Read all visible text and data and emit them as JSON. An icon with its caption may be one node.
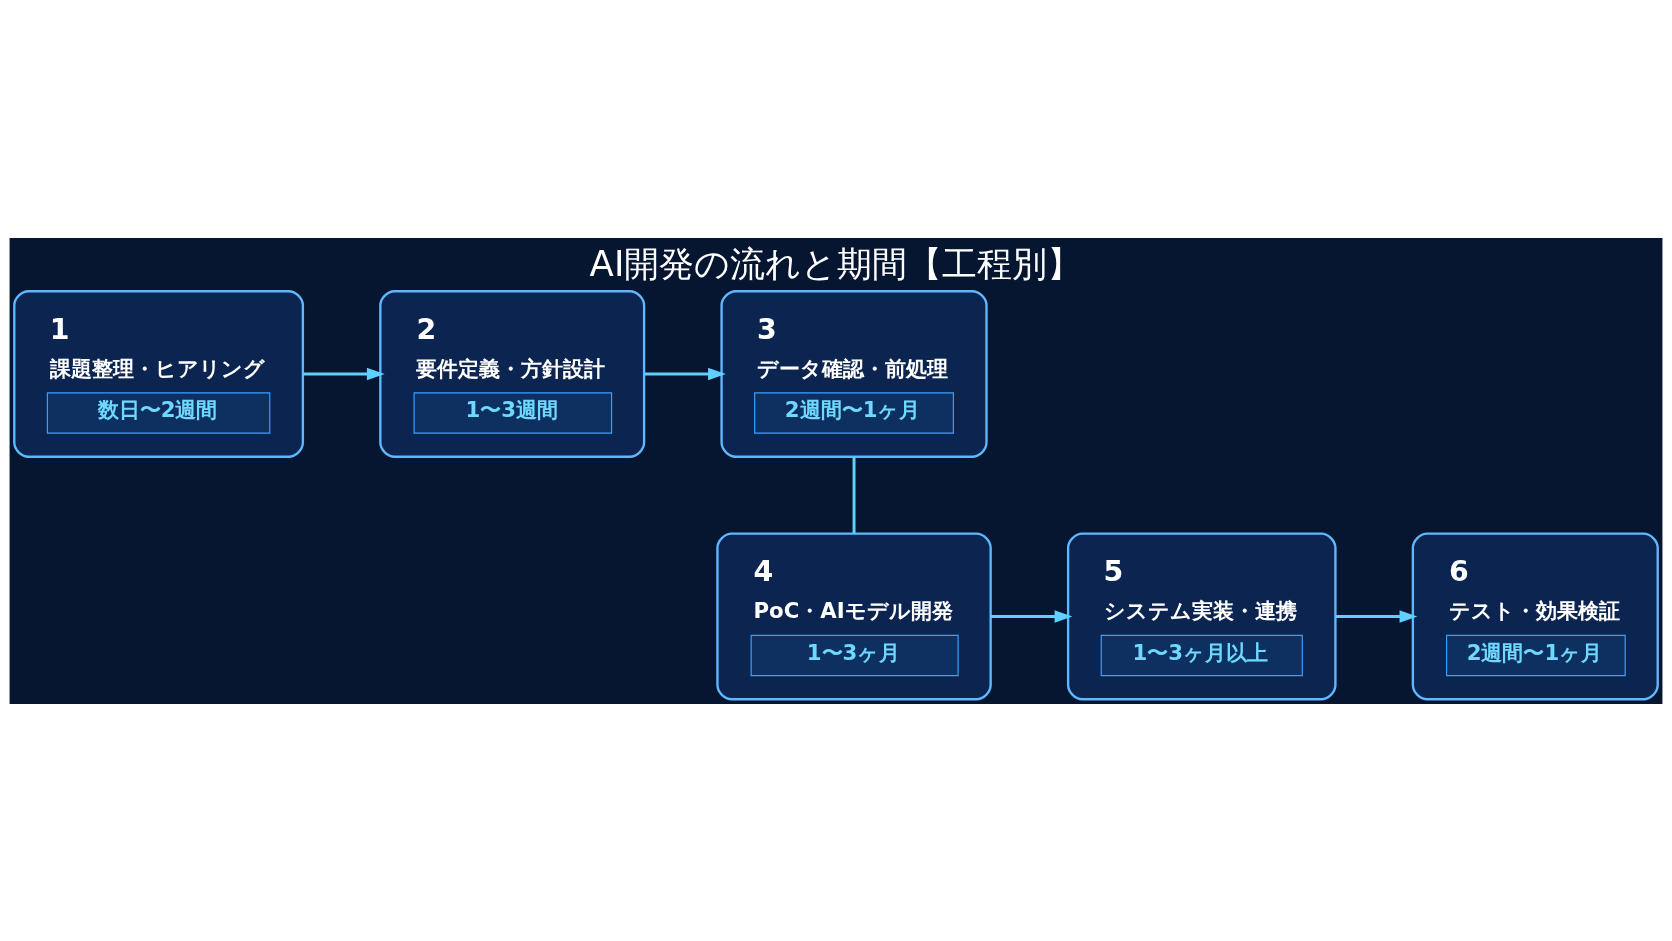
{
  "diagram": {
    "title": "AI開発の流れと期間【工程別】",
    "nodes": [
      {
        "text": [
          "1",
          "課題整理・ヒアリング",
          "数日〜2週間"
        ]
      },
      {
        "text": [
          "2",
          "要件定義・方針設計",
          "1〜3週間"
        ]
      },
      {
        "text": [
          "3",
          "データ確認・前処理",
          "2週間〜1ヶ月"
        ]
      },
      {
        "text": [
          "4",
          "PoC・AIモデル開発",
          "1〜3ヶ月"
        ]
      },
      {
        "text": [
          "5",
          "システム実装・連携",
          "1〜3ヶ月以上"
        ]
      },
      {
        "text": [
          "6",
          "テスト・効果検証",
          "2週間〜1ヶ月"
        ]
      }
    ],
    "edges": [
      {
        "from": 0,
        "to": 1,
        "arrow": "to"
      },
      {
        "from": 1,
        "to": 2,
        "arrow": "to"
      },
      {
        "from": 2,
        "to": 3,
        "arrow": "none"
      },
      {
        "from": 3,
        "to": 4,
        "arrow": "to"
      },
      {
        "from": 4,
        "to": 5,
        "arrow": "to"
      }
    ]
  }
}
